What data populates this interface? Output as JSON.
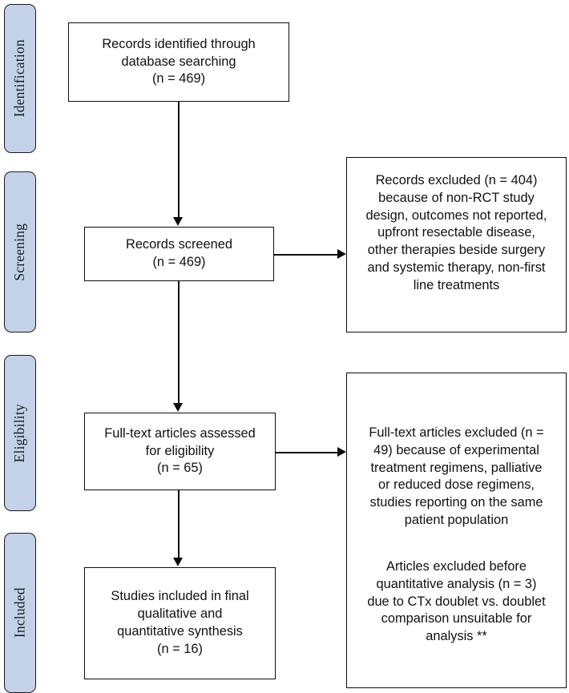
{
  "diagram": {
    "type": "prisma-flow-diagram",
    "stages": [
      {
        "id": "identification",
        "label": "Identification"
      },
      {
        "id": "screening",
        "label": "Screening"
      },
      {
        "id": "eligibility",
        "label": "Eligibility"
      },
      {
        "id": "included",
        "label": "Included"
      }
    ],
    "boxes": {
      "identified": {
        "text": "Records identified through\ndatabase searching\n(n = 469)",
        "count": 469
      },
      "screened": {
        "text": "Records screened\n(n = 469)",
        "count": 469
      },
      "records_excluded": {
        "text": "Records excluded (n = 404)\nbecause of non-RCT study\ndesign, outcomes not reported,\nupfront resectable disease,\nother therapies beside surgery\nand systemic therapy, non-first\nline treatments",
        "count": 404
      },
      "fulltext_assessed": {
        "text": "Full-text articles assessed\nfor eligibility\n(n = 65)",
        "count": 65
      },
      "fulltext_excluded": {
        "text": "Full-text articles excluded (n =\n49) because of experimental\ntreatment regimens, palliative\nor reduced dose regimens,\nstudies reporting on the same\npatient population",
        "count": 49
      },
      "quantitative_excluded": {
        "text": "Articles excluded before\nquantitative analysis (n = 3)\ndue to CTx doublet vs. doublet\ncomparison unsuitable for\nanalysis **",
        "count": 3
      },
      "included_final": {
        "text": "Studies included in final\nqualitative and\nquantitative synthesis\n(n = 16)",
        "count": 16
      }
    },
    "colors": {
      "stage_fill": "#c3d2e9",
      "stage_border": "#1a1a1a",
      "box_border": "#0d0d0d",
      "box_fill": "#ffffff",
      "text": "#111111"
    }
  }
}
